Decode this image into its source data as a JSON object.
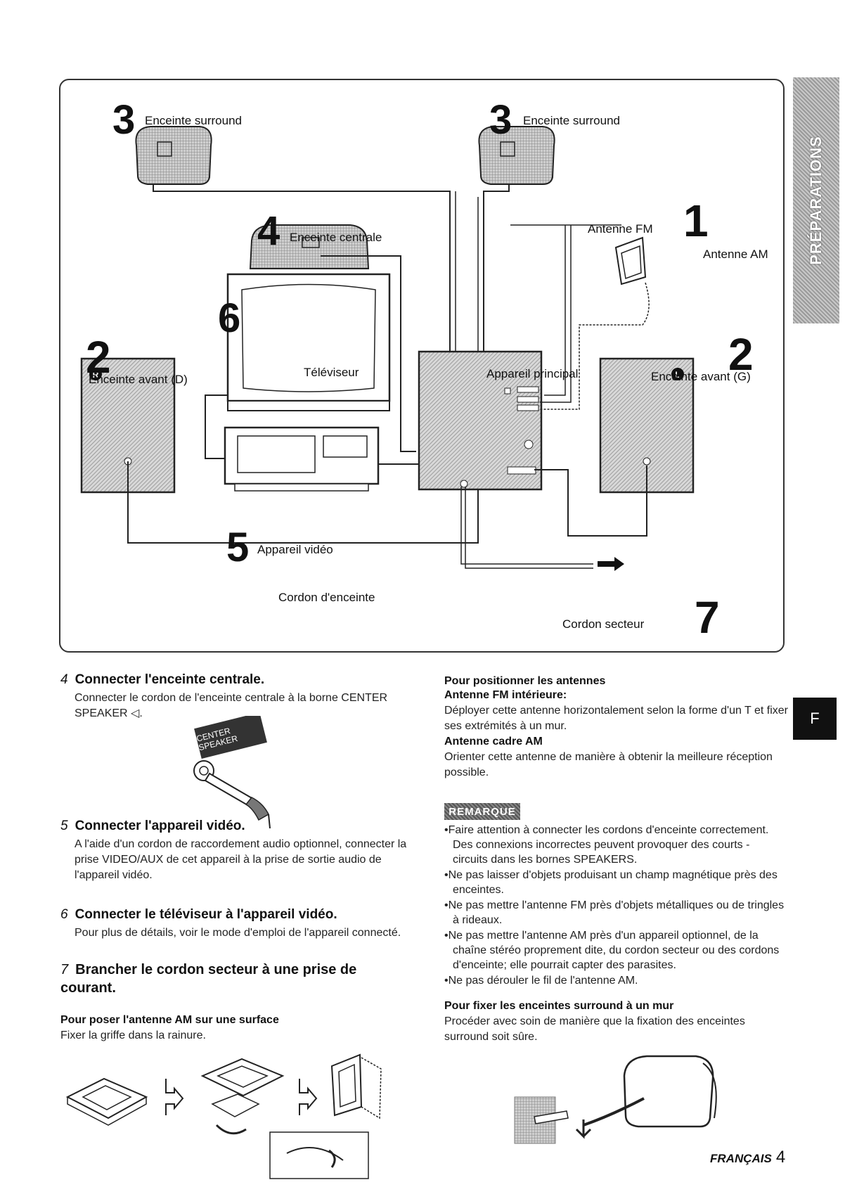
{
  "side_tab": {
    "label": "PRÉPARATIONS"
  },
  "language_tab": {
    "label": "F"
  },
  "diagram": {
    "surround_left": {
      "number": "3",
      "label": "Enceinte surround"
    },
    "surround_right": {
      "number": "3",
      "label": "Enceinte surround"
    },
    "center": {
      "number": "4",
      "label": "Enceinte centrale"
    },
    "antenna_fm": {
      "number": "1",
      "label": "Antenne FM"
    },
    "antenna_am": {
      "label": "Antenne AM"
    },
    "tv": {
      "number": "6",
      "label": "Téléviseur"
    },
    "front_right": {
      "number": "2",
      "label": "Enceinte avant (D)",
      "badge": "R"
    },
    "front_left": {
      "number": "2",
      "label": "Enceinte avant (G)",
      "badge": "L"
    },
    "main_unit": {
      "label": "Appareil principal"
    },
    "video": {
      "number": "5",
      "label": "Appareil vidéo"
    },
    "speaker_cord": {
      "label": "Cordon d'enceinte"
    },
    "power_cord": {
      "number": "7",
      "label": "Cordon secteur"
    }
  },
  "left_column": {
    "step4": {
      "num": "4",
      "title": "Connecter l'enceinte centrale.",
      "text": "Connecter le cordon de l'enceinte centrale à la borne CENTER SPEAKER ◁.",
      "jack_label": "CENTER SPEAKER"
    },
    "step5": {
      "num": "5",
      "title": "Connecter l'appareil vidéo.",
      "text": "A l'aide d'un cordon de raccordement audio optionnel, connecter la prise VIDEO/AUX de cet appareil à la prise de sortie audio de l'appareil vidéo."
    },
    "step6": {
      "num": "6",
      "title": "Connecter le téléviseur à l'appareil vidéo.",
      "text": "Pour plus de détails, voir le mode d'emploi de l'appareil connecté."
    },
    "step7": {
      "num": "7",
      "title": "Brancher le cordon secteur à une prise de courant."
    },
    "am_surface": {
      "title": "Pour poser l'antenne AM sur une surface",
      "text": "Fixer la griffe dans la rainure."
    }
  },
  "right_column": {
    "antennas": {
      "title": "Pour positionner les antennes",
      "fm_title": "Antenne FM intérieure:",
      "fm_text": "Déployer cette antenne horizontalement selon la forme d'un T et fixer ses extrémités à un mur.",
      "am_title": "Antenne cadre AM",
      "am_text": "Orienter cette antenne de manière à obtenir la meilleure réception possible."
    },
    "note": {
      "badge": "REMARQUE",
      "items": [
        "Faire attention à connecter les cordons d'enceinte correctement. Des connexions incorrectes peuvent provoquer des courts - circuits dans les bornes SPEAKERS.",
        "Ne pas laisser d'objets produisant un champ magnétique près des enceintes.",
        "Ne pas mettre l'antenne FM près d'objets métalliques ou de tringles à rideaux.",
        "Ne pas mettre l'antenne AM près d'un appareil optionnel, de la chaîne stéréo proprement dite, du cordon secteur ou des cordons d'enceinte; elle pourrait capter des parasites.",
        "Ne pas dérouler le fil de l'antenne AM."
      ]
    },
    "wall_mount": {
      "title": "Pour fixer les enceintes surround à un mur",
      "text": "Procéder avec soin de manière que la fixation des enceintes surround soit sûre."
    }
  },
  "footer": {
    "language": "FRANÇAIS",
    "page": "4"
  }
}
